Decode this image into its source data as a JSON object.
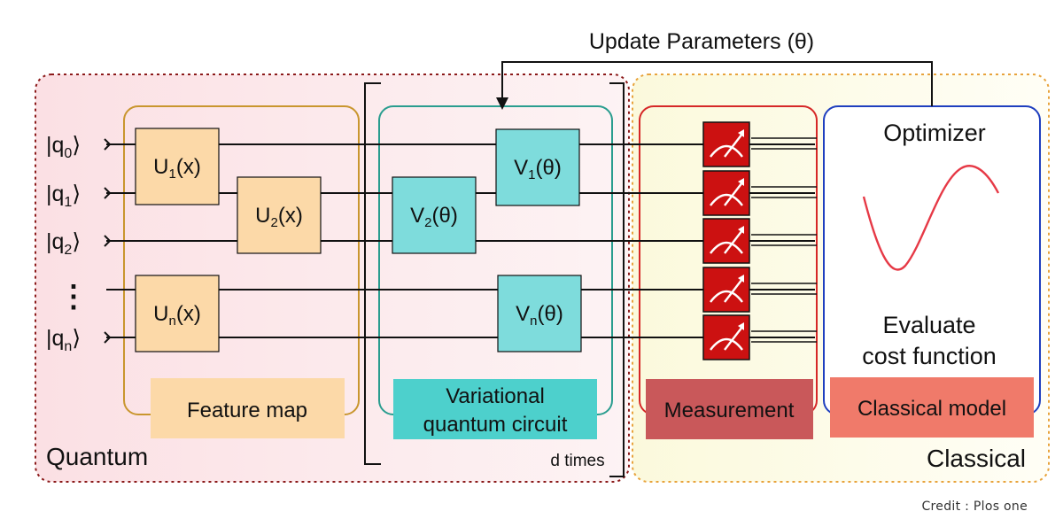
{
  "header": {
    "update_label": "Update Parameters (θ)"
  },
  "regions": {
    "quantum_label": "Quantum",
    "classical_label": "Classical",
    "repeat_label": "d times"
  },
  "qubits": [
    {
      "label": "|q0⟩",
      "sub": "0"
    },
    {
      "label": "|q1⟩",
      "sub": "1"
    },
    {
      "label": "|q2⟩",
      "sub": "2"
    },
    {
      "label": "⋮"
    },
    {
      "label": "|qn⟩",
      "sub": "n"
    }
  ],
  "feature_map": {
    "title": "Feature map",
    "gates": [
      {
        "base": "U",
        "sub": "1",
        "arg": "(x)"
      },
      {
        "base": "U",
        "sub": "2",
        "arg": "(x)"
      },
      {
        "base": "U",
        "sub": "n",
        "arg": "(x)"
      }
    ]
  },
  "variational": {
    "title_line1": "Variational",
    "title_line2": "quantum circuit",
    "gates": [
      {
        "base": "V",
        "sub": "1",
        "arg": "(θ)"
      },
      {
        "base": "V",
        "sub": "2",
        "arg": "(θ)"
      },
      {
        "base": "V",
        "sub": "n",
        "arg": "(θ)"
      }
    ]
  },
  "measurement": {
    "title": "Measurement",
    "meter_count": 5
  },
  "classical_model": {
    "title": "Classical model",
    "optimizer": "Optimizer",
    "evaluate_line1": "Evaluate",
    "evaluate_line2": "cost function"
  },
  "credit": "Credit : Plos one",
  "colors": {
    "quantum_bg": "#fbe3e6",
    "quantum_border": "#8b1a1a",
    "classical_bg": "#fdfbe4",
    "classical_border": "#e8a33c",
    "feature_border": "#c9962e",
    "feature_gate": "#fcd9a8",
    "feature_label_bg": "#fcd9a8",
    "variational_border": "#2a9d8f",
    "variational_gate": "#7edcdc",
    "variational_label_bg": "#4dd0cc",
    "measurement_border": "#d62828",
    "meter": "#cc1111",
    "measurement_label_bg": "#c9585a",
    "classical_border_box": "#1f3fbf",
    "classical_label_bg": "#f07a6a",
    "curve": "#e63946"
  }
}
